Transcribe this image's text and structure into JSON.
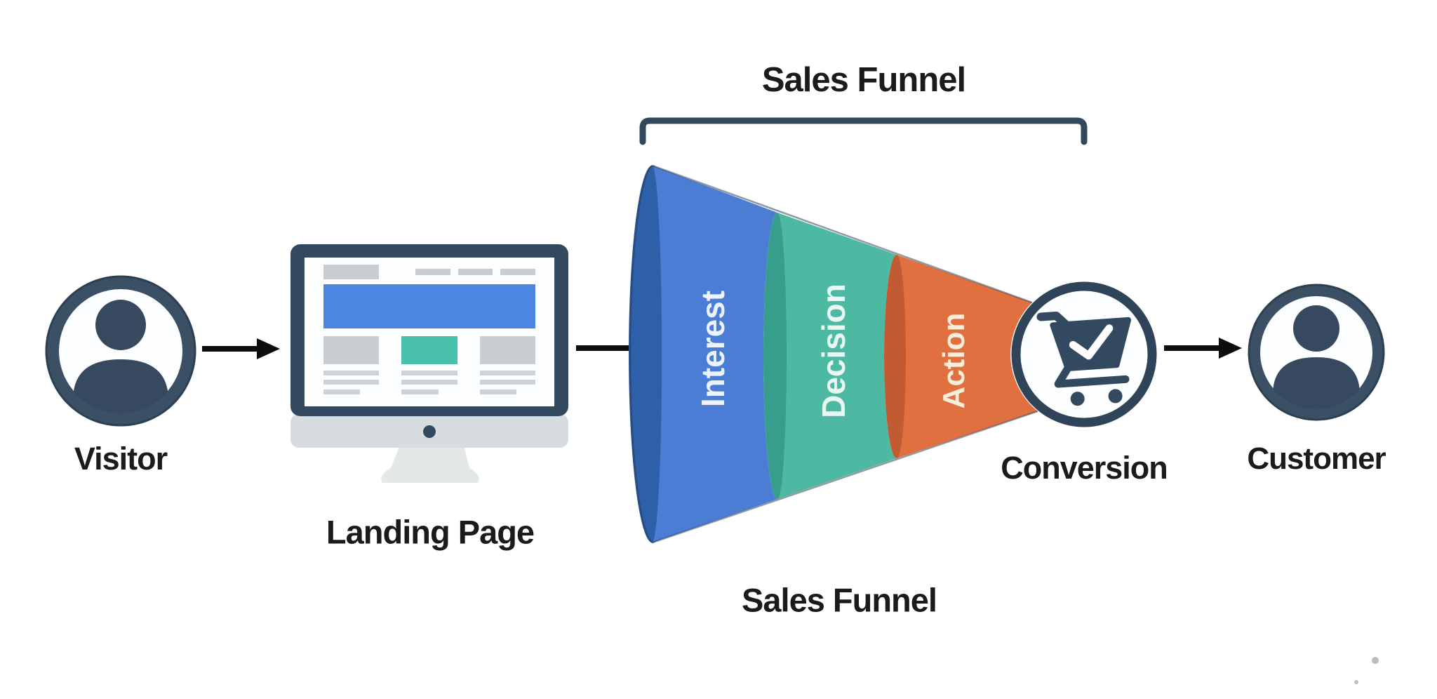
{
  "diagram_title": "Sales Funnel",
  "funnel": {
    "bracket_label": "Sales Funnel",
    "caption": "Sales Funnel",
    "stages": [
      {
        "label": "Interest",
        "color": "#4a7dd3",
        "edge_color": "#2e5fa9",
        "text_color": "#ecf3fc"
      },
      {
        "label": "Decision",
        "color": "#4eb9a3",
        "edge_color": "#379e8c",
        "text_color": "#e9f7f3"
      },
      {
        "label": "Action",
        "color": "#e0703f",
        "edge_color": "#c25b31",
        "text_color": "#f6eedb"
      }
    ]
  },
  "nodes": [
    {
      "id": "visitor",
      "label": "Visitor",
      "icon": "person-icon"
    },
    {
      "id": "landing-page",
      "label": "Landing Page",
      "icon": "monitor-icon"
    },
    {
      "id": "conversion",
      "label": "Conversion",
      "icon": "cart-check-icon"
    },
    {
      "id": "customer",
      "label": "Customer",
      "icon": "person-icon"
    }
  ],
  "colors": {
    "background": "#ffffff",
    "navy": "#33495e",
    "ring_navy": "#3b5065",
    "arrow_black": "#0d0d0d",
    "label_text": "#1b1b1b",
    "bracket": "#32485c",
    "monitor_bezel": "#32495f",
    "monitor_banner_blue": "#4b86e1",
    "monitor_teal_block": "#49c0ab",
    "monitor_gray_block": "#c8cdd2",
    "monitor_chin": "#d6dce0",
    "stand_gray": "#e4e8e8"
  }
}
